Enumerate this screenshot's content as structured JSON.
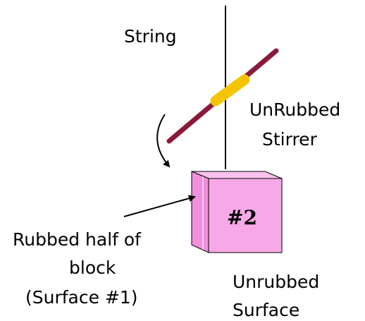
{
  "labels": {
    "string": "String",
    "stirrer_line1": "UnRubbed",
    "stirrer_line2": "Stirrer",
    "block_number": "#2",
    "rubbed_line1": "Rubbed half of",
    "rubbed_line2": "block",
    "rubbed_line3": "(Surface #1)",
    "unrubbed_line1": "Unrubbed",
    "unrubbed_line2": "Surface"
  },
  "colors": {
    "stirrer": "#8b1a3a",
    "stirrer_band": "#f5c400",
    "block_front": "#f7a8e6",
    "block_top": "#fbc2ef",
    "block_side": "#f090dc",
    "block_outline": "#000000",
    "string": "#000000"
  }
}
